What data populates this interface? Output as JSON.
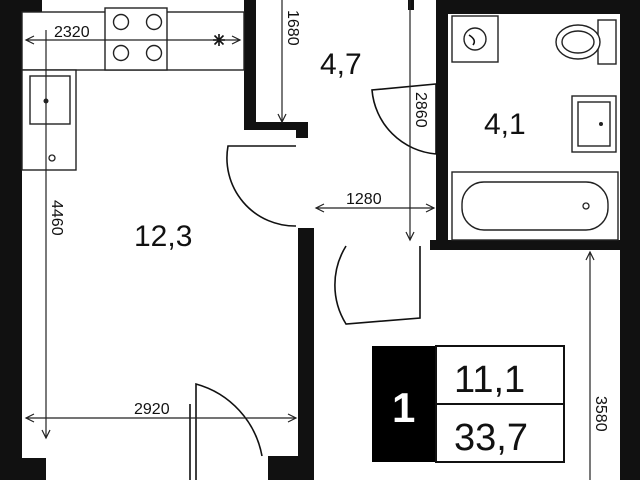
{
  "rooms": {
    "kitchen_living_area": "12,3",
    "hall_area": "4,7",
    "bathroom_area": "4,1"
  },
  "dimensions": {
    "kitchen_width": "2320",
    "corridor_length": "1680",
    "bath_length": "2860",
    "kitchen_depth": "4460",
    "door_width": "1280",
    "room_width": "2920",
    "right_length": "3580"
  },
  "summary": {
    "rooms_count": "1",
    "living_area": "11,1",
    "total_area": "33,7"
  }
}
